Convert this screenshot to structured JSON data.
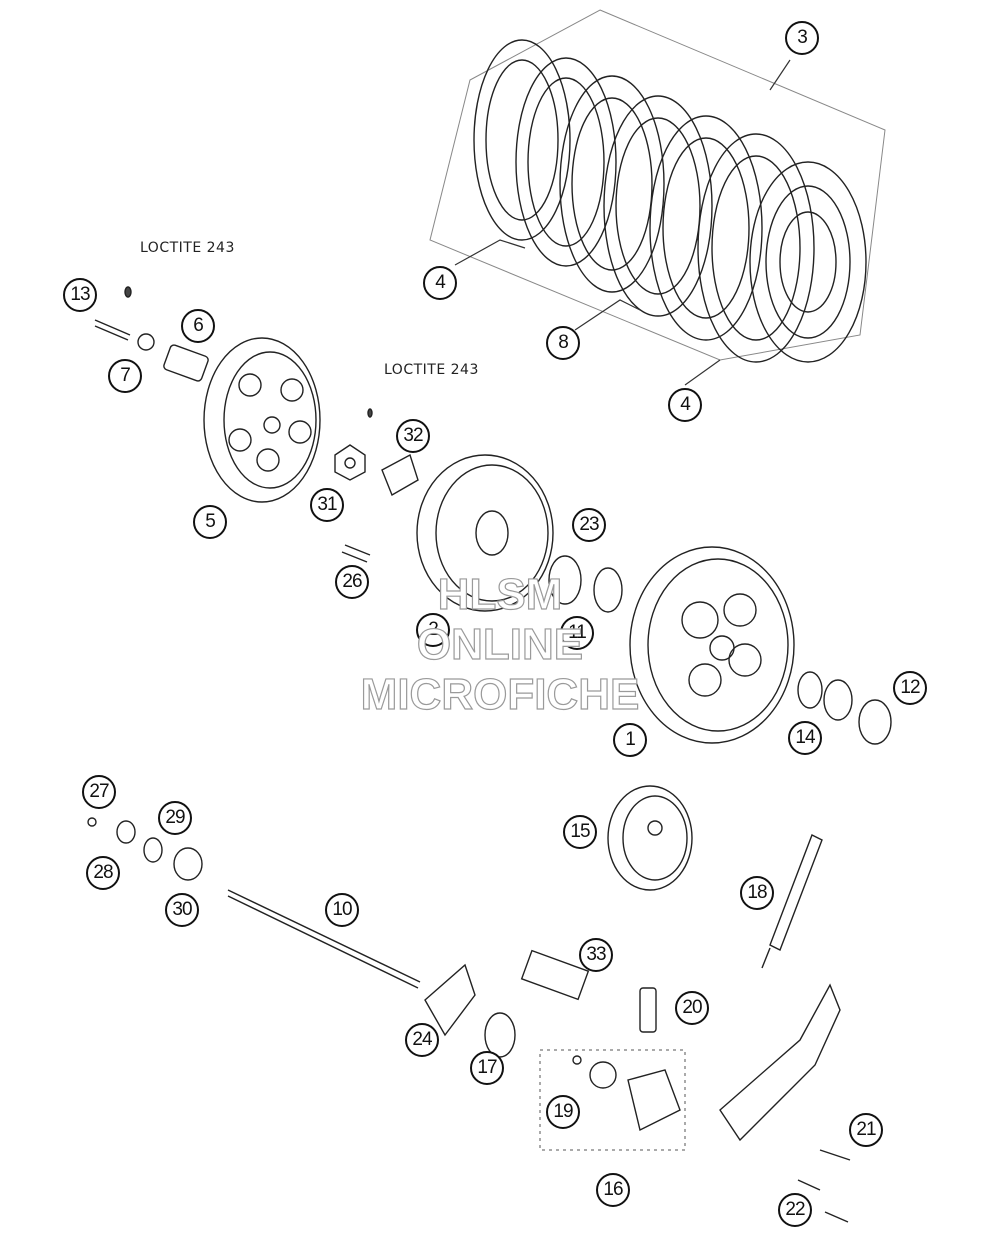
{
  "callouts": [
    {
      "label": "1"
    },
    {
      "label": "2"
    },
    {
      "label": "3"
    },
    {
      "label": "4"
    },
    {
      "label": "4"
    },
    {
      "label": "5"
    },
    {
      "label": "6"
    },
    {
      "label": "7"
    },
    {
      "label": "8"
    },
    {
      "label": "10"
    },
    {
      "label": "11"
    },
    {
      "label": "12"
    },
    {
      "label": "13"
    },
    {
      "label": "14"
    },
    {
      "label": "15"
    },
    {
      "label": "16"
    },
    {
      "label": "17"
    },
    {
      "label": "18"
    },
    {
      "label": "19"
    },
    {
      "label": "20"
    },
    {
      "label": "21"
    },
    {
      "label": "22"
    },
    {
      "label": "23"
    },
    {
      "label": "24"
    },
    {
      "label": "26"
    },
    {
      "label": "27"
    },
    {
      "label": "28"
    },
    {
      "label": "29"
    },
    {
      "label": "30"
    },
    {
      "label": "31"
    },
    {
      "label": "32"
    },
    {
      "label": "33"
    }
  ],
  "notes": {
    "loctite_top": "LOCTITE 243",
    "loctite_mid": "LOCTITE 243"
  },
  "watermark": {
    "line1": "HLSM",
    "line2": "ONLINE",
    "line3": "MICROFICHE"
  }
}
